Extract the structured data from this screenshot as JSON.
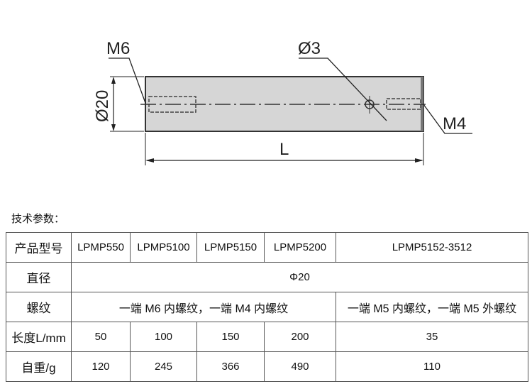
{
  "drawing": {
    "labels": {
      "m6": "M6",
      "d3": "Ø3",
      "d20": "Ø20",
      "m4": "M4",
      "length": "L"
    },
    "body_color": "#d6d6d6"
  },
  "params_title": "技术参数：",
  "table": {
    "rows": [
      {
        "header": "产品型号",
        "cells": [
          "LPMP550",
          "LPMP5100",
          "LPMP5150",
          "LPMP5200",
          "LPMP5152-3512"
        ]
      },
      {
        "header": "直径",
        "cells": [
          "Φ20"
        ]
      },
      {
        "header": "螺纹",
        "cells": [
          "一端 M6 内螺纹，一端 M4 内螺纹",
          "一端 M5 内螺纹，一端 M5 外螺纹"
        ]
      },
      {
        "header": "长度L/mm",
        "cells": [
          "50",
          "100",
          "150",
          "200",
          "35"
        ]
      },
      {
        "header": "自重/g",
        "cells": [
          "120",
          "245",
          "366",
          "490",
          "110"
        ]
      }
    ]
  }
}
